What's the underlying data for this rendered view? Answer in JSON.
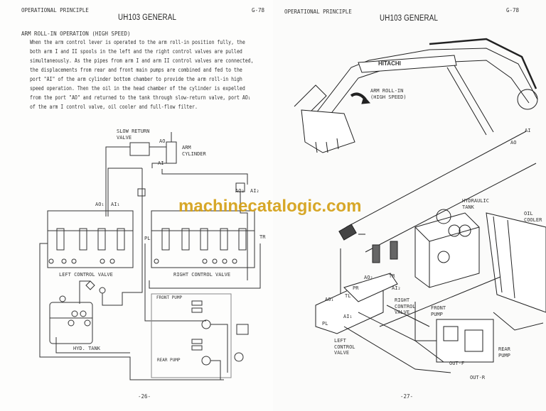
{
  "left_page": {
    "header": {
      "section": "OPERATIONAL PRINCIPLE",
      "page_code": "G-78",
      "title": "UH103 GENERAL"
    },
    "heading": "ARM ROLL-IN OPERATION (HIGH SPEED)",
    "paragraph": [
      "When the arm control lever is operated to the arm roll-in position fully, the",
      "both arm I and II spools in the left and the right control valves are pulled",
      "simultaneously.  As the pipes from arm I and arm II control valves are connected,",
      "the displacements from rear and front main pumps are combined and fed to the",
      "port \"AI\" of the arm cylinder bottom chamber to provide the arm roll-in high",
      "speed operation.  Then the oil in the head chamber of the cylinder is expelled",
      "from the port \"AO\" and returned to the tank through slow-return valve, port AO₁",
      "of the arm I control valve, oil cooler and full-flow filter."
    ],
    "diagram_labels": {
      "slow_return_valve": [
        "SLOW RETURN",
        "VALVE"
      ],
      "ao": "AO",
      "arm_cylinder": [
        "ARM",
        "CYLINDER"
      ],
      "ai": "AI",
      "ao1": "AO₁",
      "ai1": "AI₁",
      "ao2": "AO₂",
      "ai2": "AI₂",
      "pl": "PL",
      "tr": "TR",
      "left_control_valve": "LEFT CONTROL VALVE",
      "right_control_valve": "RIGHT CONTROL VALVE",
      "front_pump": "FRONT PUMP",
      "hyd_tank": "HYD. TANK",
      "rear_pump": "REAR PUMP"
    },
    "page_number": "-26-"
  },
  "right_page": {
    "header": {
      "section": "OPERATIONAL PRINCIPLE",
      "page_code": "G-78",
      "title": "UH103 GENERAL"
    },
    "illustration_labels": {
      "brand": "HITACHI",
      "arm_roll_in": [
        "ARM ROLL-IN",
        "(HIGH SPEED)"
      ],
      "ai": "AI",
      "ao": "AO",
      "hydraulic_tank": [
        "HYDRAULIC",
        "TANK"
      ],
      "oil_cooler": [
        "OIL",
        "COOLER"
      ],
      "ao2": "AO₂",
      "tr": "TR",
      "pr": "PR",
      "ai2": "AI₂",
      "tl": "TL",
      "ao1": "AO₁",
      "ai1": "AI₁",
      "pl": "PL",
      "right_control_valve": [
        "RIGHT",
        "CONTROL",
        "VALVE"
      ],
      "front_pump": [
        "FRONT",
        "PUMP"
      ],
      "left_control_valve": [
        "LEFT",
        "CONTROL",
        "VALVE"
      ],
      "rear_pump": [
        "REAR",
        "PUMP"
      ],
      "out_f": "OUT-F",
      "out_r": "OUT-R"
    },
    "page_number": "-27-"
  },
  "watermark": "machinecatalogic.com",
  "colors": {
    "watermark": "#d4a017",
    "ink": "#222222",
    "paper": "#fdfdfc"
  }
}
